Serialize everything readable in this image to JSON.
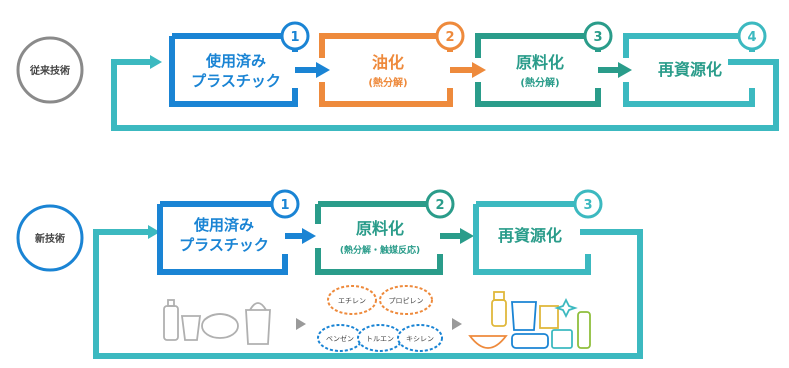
{
  "colors": {
    "blue": "#1a84d4",
    "orange": "#ee8a3c",
    "teal": "#2a9c8a",
    "lightTeal": "#3cb9c0",
    "grayBorder": "#8a8a8a",
    "text": "#333333"
  },
  "conventional": {
    "label": "従来技術",
    "steps": [
      {
        "number": "1",
        "line1": "使用済み",
        "line2": "プラスチック",
        "sub": "",
        "color": "blue"
      },
      {
        "number": "2",
        "line1": "油化",
        "line2": "",
        "sub": "(熱分解)",
        "color": "orange"
      },
      {
        "number": "3",
        "line1": "原料化",
        "line2": "",
        "sub": "(熱分解)",
        "color": "teal"
      },
      {
        "number": "4",
        "line1": "再資源化",
        "line2": "",
        "sub": "",
        "color": "lightTeal"
      }
    ]
  },
  "new": {
    "label": "新技術",
    "steps": [
      {
        "number": "1",
        "line1": "使用済み",
        "line2": "プラスチック",
        "sub": "",
        "color": "blue"
      },
      {
        "number": "2",
        "line1": "原料化",
        "line2": "",
        "sub": "(熱分解・触媒反応)",
        "color": "teal"
      },
      {
        "number": "3",
        "line1": "再資源化",
        "line2": "",
        "sub": "",
        "color": "lightTeal"
      }
    ],
    "chemicals": [
      "エチレン",
      "プロピレン",
      "ベンゼン",
      "トルエン",
      "キシレン"
    ]
  },
  "icons": [
    "plastic-waste-icon",
    "arrow-right-icon",
    "chemical-cloud-icon",
    "recycled-products-icon"
  ]
}
